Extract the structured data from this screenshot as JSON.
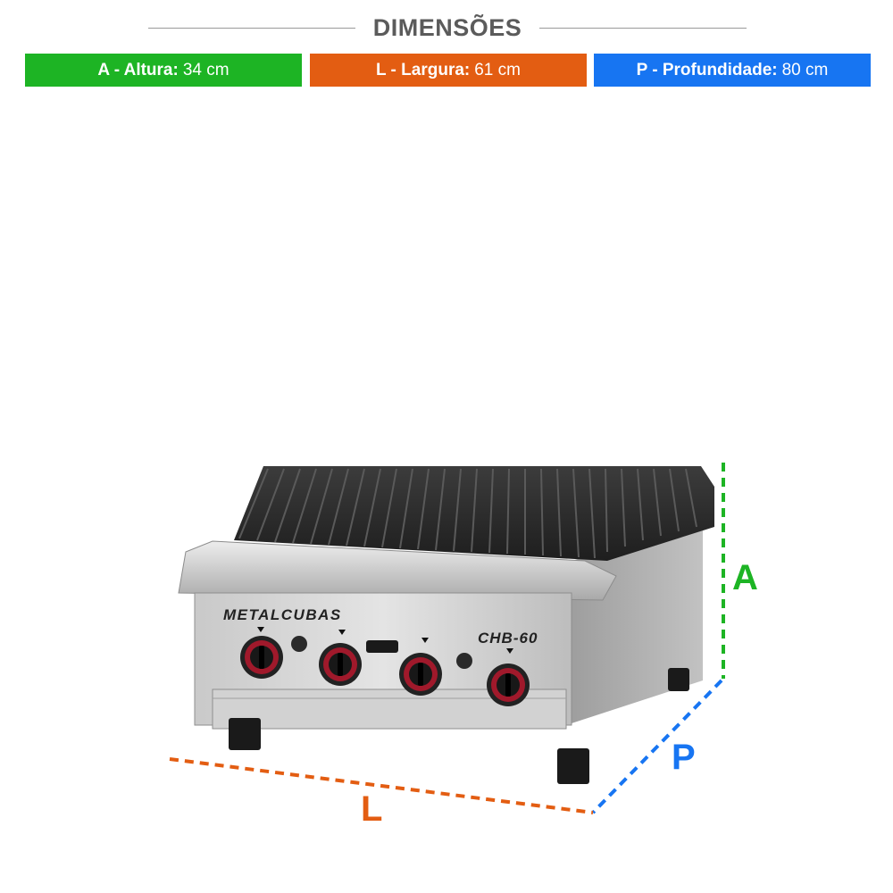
{
  "header": {
    "title": "DIMENSÕES"
  },
  "dimensions": {
    "height": {
      "label": "A - Altura:",
      "value": "34 cm",
      "color": "#1db424"
    },
    "width": {
      "label": "L - Largura:",
      "value": "61 cm",
      "color": "#e35d12"
    },
    "depth": {
      "label": "P - Profundidade:",
      "value": "80 cm",
      "color": "#1775f2"
    }
  },
  "product": {
    "brand": "METALCUBAS",
    "model": "CHB-60",
    "knob_count": 4
  },
  "markers": {
    "height": "A",
    "depth": "P",
    "width": "L"
  }
}
